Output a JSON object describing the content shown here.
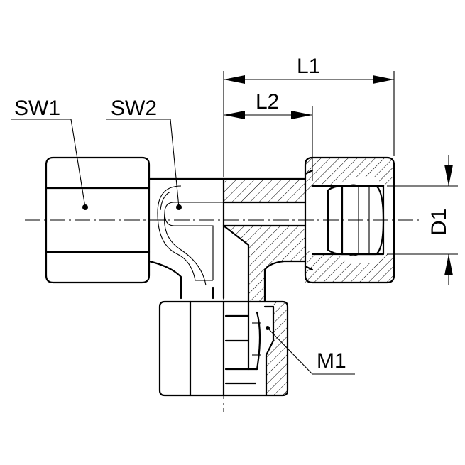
{
  "labels": {
    "sw1": "SW1",
    "sw2": "SW2",
    "l1": "L1",
    "l2": "L2",
    "d1": "D1",
    "m1": "M1"
  }
}
